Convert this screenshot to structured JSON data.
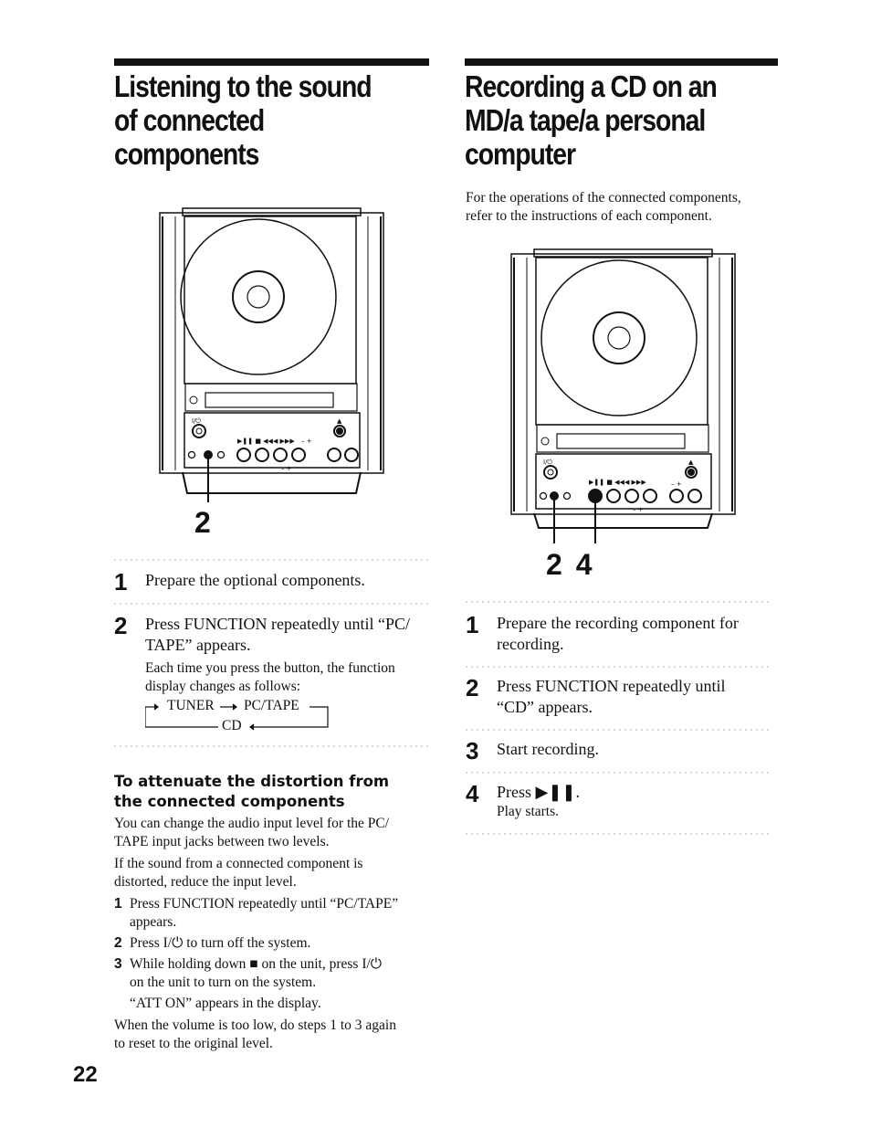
{
  "left": {
    "title_lines": [
      "Listening to the sound",
      "of connected",
      "components"
    ],
    "callout": "2",
    "steps": [
      {
        "num": "1",
        "text": "Prepare the optional components."
      },
      {
        "num": "2",
        "text_lines": [
          "Press FUNCTION repeatedly until “PC/",
          "TAPE” appears."
        ],
        "sub_lines": [
          "Each time you press the button, the function",
          "display changes as follows:"
        ]
      }
    ],
    "flow": {
      "a": "TUNER",
      "b": "PC/TAPE",
      "c": "CD"
    },
    "subsection": {
      "title_lines": [
        "To attenuate the distortion from",
        "the connected components"
      ],
      "para1_lines": [
        "You can change the audio input level for the PC/",
        "TAPE input jacks between two levels."
      ],
      "para2_lines": [
        "If the sound from a connected component is",
        "distorted, reduce the input level."
      ],
      "items": [
        {
          "num": "1",
          "lines": [
            "Press FUNCTION repeatedly until “PC/TAPE”",
            "appears."
          ]
        },
        {
          "num": "2",
          "lines": [
            "Press I/⏻ to turn off the system."
          ]
        },
        {
          "num": "3",
          "lines": [
            "While holding down ■ on the unit, press I/⏻",
            "on the unit to turn on the system."
          ]
        }
      ],
      "note": "“ATT ON” appears in the display.",
      "para3_lines": [
        "When the volume is too low, do steps 1 to 3 again",
        "to reset to the original level."
      ]
    }
  },
  "right": {
    "title_lines": [
      "Recording a CD on an",
      "MD/a tape/a personal",
      "computer"
    ],
    "intro_lines": [
      "For the operations of the connected components,",
      "refer to the instructions of each component."
    ],
    "callout": "2 4",
    "steps": [
      {
        "num": "1",
        "lines": [
          "Prepare the recording component for",
          "recording."
        ]
      },
      {
        "num": "2",
        "lines": [
          "Press FUNCTION repeatedly until",
          "“CD” appears."
        ]
      },
      {
        "num": "3",
        "lines": [
          "Start recording."
        ]
      },
      {
        "num": "4",
        "text": "Press ▶❚❚.",
        "sub": "Play starts."
      }
    ]
  },
  "page_number": "22",
  "icons": [
    "cd-player-illustration"
  ]
}
